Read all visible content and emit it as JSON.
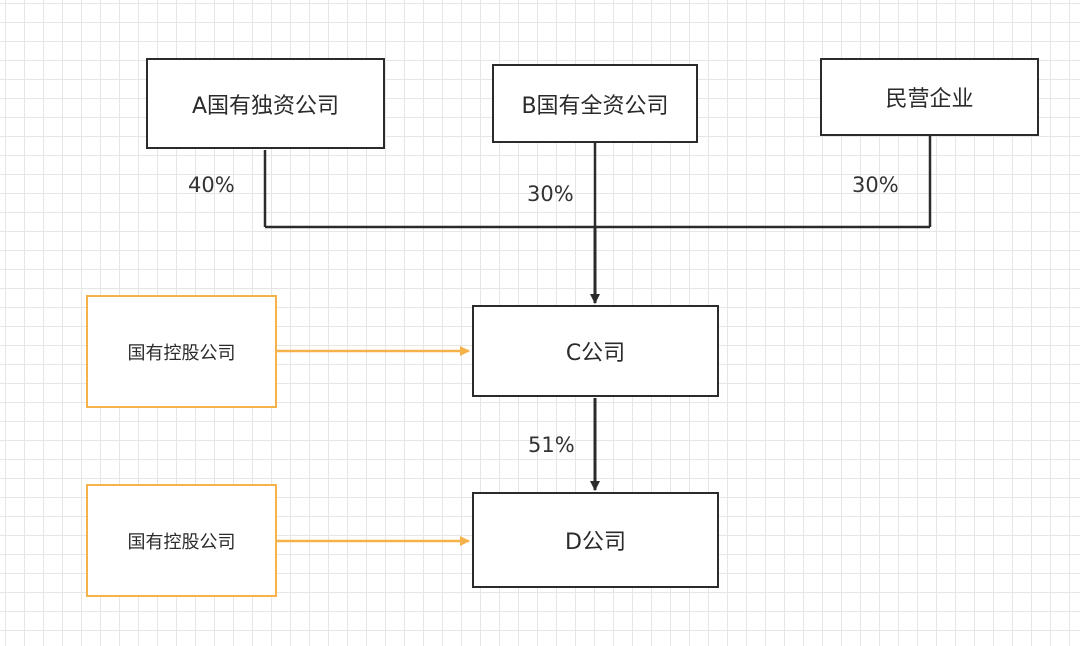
{
  "nodes": {
    "a": "A国有独资公司",
    "b": "B国有全资公司",
    "private": "民营企业",
    "c": "C公司",
    "d": "D公司",
    "sc1": "国有控股公司",
    "sc2": "国有控股公司"
  },
  "edges": {
    "a_to_c": "40%",
    "b_to_c": "30%",
    "private_to_c": "30%",
    "c_to_d": "51%"
  },
  "colors": {
    "line": "#2b2b2b",
    "accent": "#f6b24a",
    "grid": "#e6e6e6"
  }
}
